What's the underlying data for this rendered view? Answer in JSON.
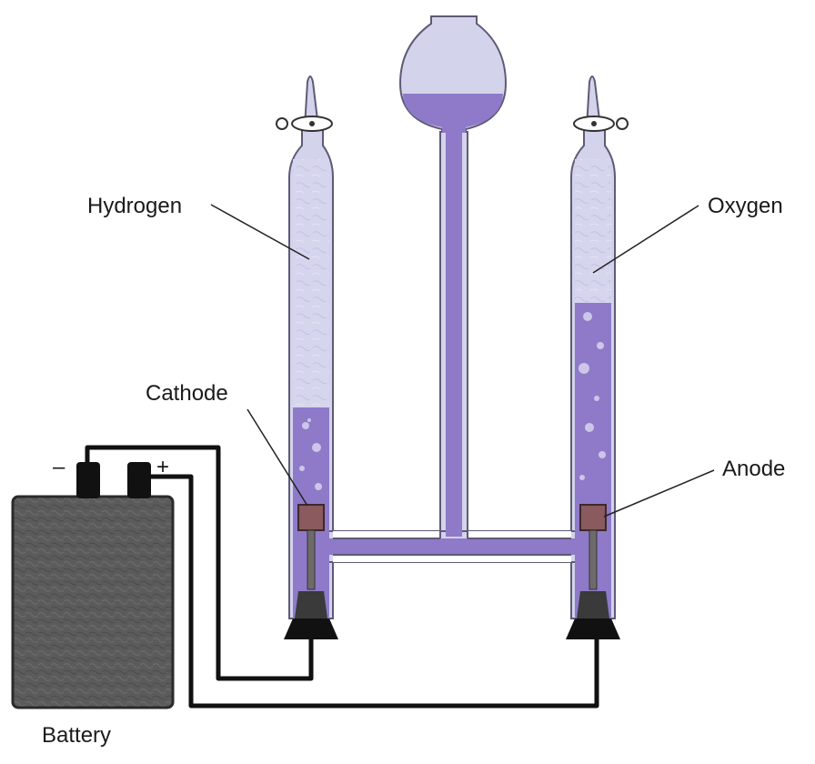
{
  "labels": {
    "hydrogen": "Hydrogen",
    "oxygen": "Oxygen",
    "cathode": "Cathode",
    "anode": "Anode",
    "battery": "Battery"
  },
  "terminals": {
    "negative": "–",
    "positive": "+"
  },
  "colors": {
    "liquid": "#8e7ac8",
    "gas": "#d4d3ec",
    "glass_outline": "#5e5a76",
    "electrode": "#8a5a5e",
    "battery_body": "#5b5b5b",
    "wire": "#111111"
  },
  "levels": {
    "hydrogen_tube_liquid_fraction": 0.4,
    "oxygen_tube_liquid_fraction": 0.6,
    "reservoir_liquid_fraction": 0.28
  }
}
